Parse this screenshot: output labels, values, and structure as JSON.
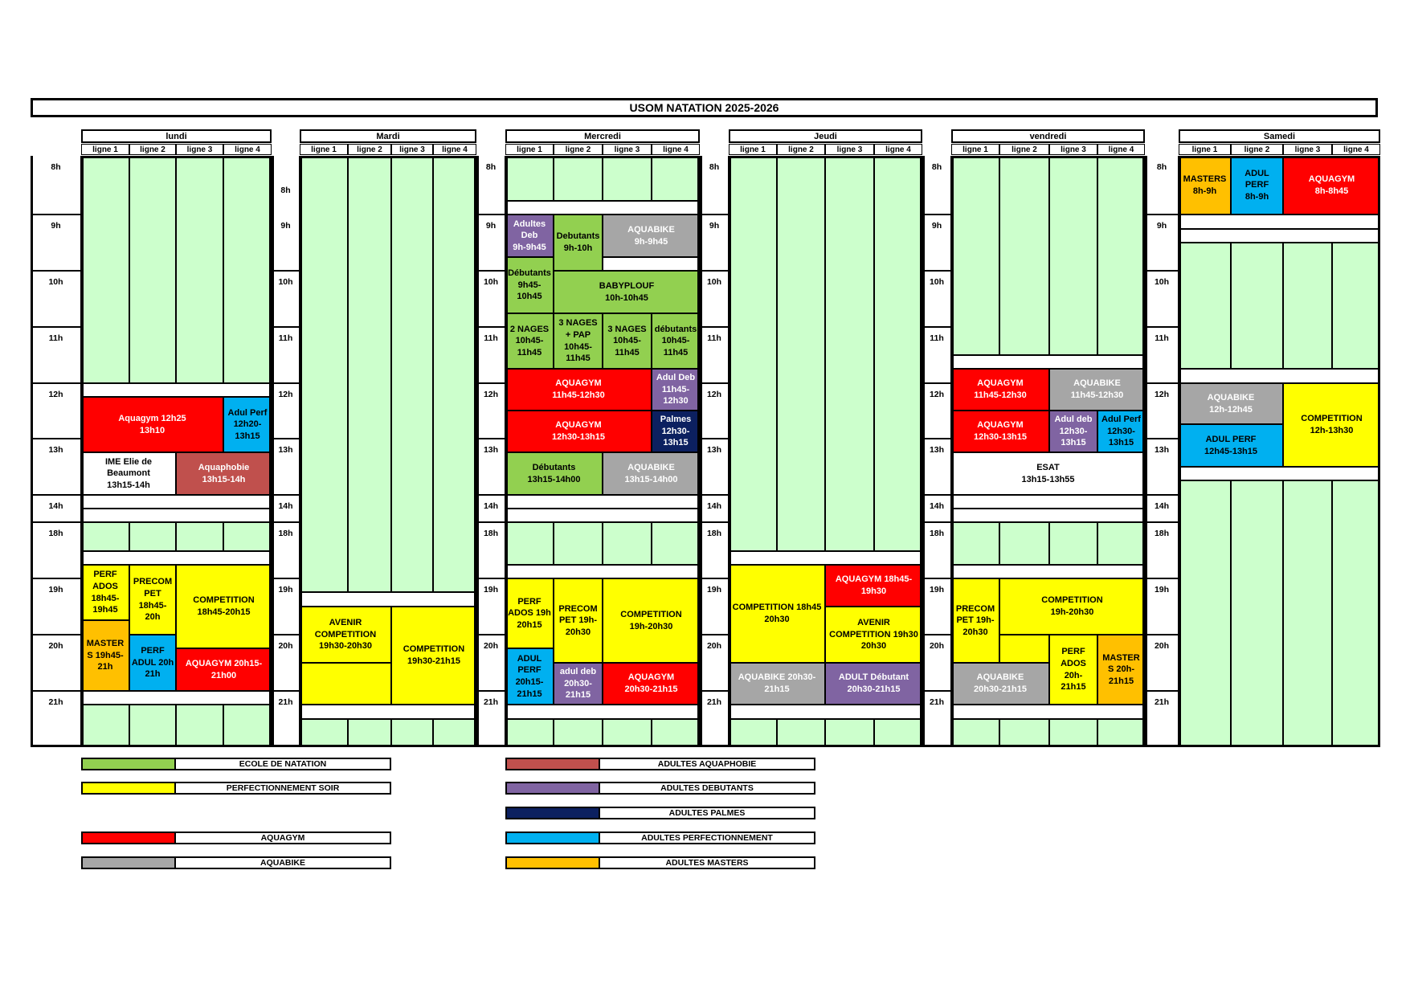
{
  "title": "USOM NATATION 2025-2026",
  "lane_labels": [
    "ligne 1",
    "ligne 2",
    "ligne 3",
    "ligne 4"
  ],
  "days": [
    {
      "label": "lundi",
      "time_labels": [
        "8h",
        "9h",
        "10h",
        "11h",
        "12h",
        "13h",
        "14h",
        "18h",
        "19h",
        "20h",
        "21h"
      ]
    },
    {
      "label": "Mardi",
      "time_labels": [
        "8h",
        "9h",
        "10h",
        "11h",
        "12h",
        "13h",
        "14h",
        "18h",
        "19h",
        "20h",
        "21h"
      ]
    },
    {
      "label": "Mercredi",
      "time_labels": [
        "8h",
        "9h",
        "10h",
        "11h",
        "12h",
        "13h",
        "14h",
        "18h",
        "19h",
        "20h",
        "21h"
      ]
    },
    {
      "label": "Jeudi",
      "time_labels": [
        "8h",
        "9h",
        "10h",
        "11h",
        "12h",
        "13h",
        "14h",
        "18h",
        "19h",
        "20h",
        "21h"
      ]
    },
    {
      "label": "vendredi",
      "time_labels": [
        "8h",
        "9h",
        "10h",
        "11h",
        "12h",
        "13h",
        "14h",
        "18h",
        "19h",
        "20h",
        "21h"
      ]
    },
    {
      "label": "Samedi",
      "time_labels": [
        "8h",
        "9h",
        "10h",
        "11h",
        "12h",
        "13h",
        "14h",
        "18h",
        "19h",
        "20h",
        "21h"
      ]
    }
  ],
  "sessions": {
    "lundi": [
      "Aquagym                  12h25\n13h10",
      "Adul Perf\n12h20-\n13h15",
      "IME Elie de\nBeaumont\n13h15-14h",
      "Aquaphobie\n13h15-14h",
      "PERF\nADOS\n18h45-\n19h45",
      "PRECOM\nPET\n18h45-\n20h",
      "COMPETITION\n18h45-20h15",
      "MASTER\nS 19h45-\n21h",
      "PERF\nADUL 20h\n21h",
      "AQUAGYM 20h15-\n21h00"
    ],
    "mardi": [
      "AVENIR\nCOMPETITION\n19h30-20h30",
      "COMPETITION\n19h30-21h15"
    ],
    "mercredi": [
      "Adultes\nDeb\n9h-9h45",
      "Debutants\n9h-10h",
      "AQUABIKE\n9h-9h45",
      "Débutants\n9h45-\n10h45",
      "BABYPLOUF\n10h-10h45",
      "2 NAGES\n10h45-\n11h45",
      "3 NAGES\n+ PAP\n10h45-\n11h45",
      "3 NAGES\n10h45-\n11h45",
      "débutants\n10h45-\n11h45",
      "AQUAGYM\n11h45-12h30",
      "Adul Deb\n11h45-\n12h30",
      "AQUAGYM\n12h30-13h15",
      "Palmes\n12h30-\n13h15",
      "Débutants\n13h15-14h00",
      "AQUABIKE\n13h15-14h00",
      "PERF\nADOS 19h\n20h15",
      "PRECOM\nPET 19h-\n20h30",
      "COMPETITION\n19h-20h30",
      "ADUL\nPERF\n20h15-\n21h15",
      "adul deb\n20h30-\n21h15",
      "AQUAGYM\n20h30-21h15"
    ],
    "jeudi": [
      "COMPETITION 18h45\n20h30",
      "AQUAGYM 18h45-\n19h30",
      "AVENIR\nCOMPETITION 19h30\n20h30",
      "AQUABIKE 20h30-\n21h15",
      "ADULT Débutant\n20h30-21h15"
    ],
    "vendredi": [
      "AQUAGYM\n11h45-12h30",
      "AQUABIKE\n11h45-12h30",
      "AQUAGYM\n12h30-13h15",
      "Adul deb\n12h30-\n13h15",
      "Adul Perf\n12h30-\n13h15",
      "ESAT\n13h15-13h55",
      "PRECOM\nPET 19h-\n20h30",
      "COMPETITION\n19h-20h30",
      "AQUABIKE\n20h30-21h15",
      "PERF\nADOS 20h-\n21h15",
      "MASTER\nS    20h-\n21h15"
    ],
    "samedi": [
      "MASTERS\n8h-9h",
      "ADUL\nPERF\n8h-9h",
      "AQUAGYM\n8h-8h45",
      "AQUABIKE\n12h-12h45",
      "COMPETITION\n12h-13h30",
      "ADUL PERF\n12h45-13h15"
    ]
  },
  "legend": [
    {
      "label": "ECOLE DE NATATION",
      "color": "#92d050"
    },
    {
      "label": "PERFECTIONNEMENT SOIR",
      "color": "#ffff00"
    },
    {
      "label": "AQUAGYM",
      "color": "#ff0000"
    },
    {
      "label": "AQUABIKE",
      "color": "#a6a6a6"
    },
    {
      "label": "ADULTES AQUAPHOBIE",
      "color": "#c0504d"
    },
    {
      "label": "ADULTES DEBUTANTS",
      "color": "#8064a2"
    },
    {
      "label": "ADULTES PALMES",
      "color": "#0c2060"
    },
    {
      "label": "ADULTES PERFECTIONNEMENT",
      "color": "#00b0f0"
    },
    {
      "label": "ADULTES MASTERS",
      "color": "#ffc000"
    }
  ]
}
